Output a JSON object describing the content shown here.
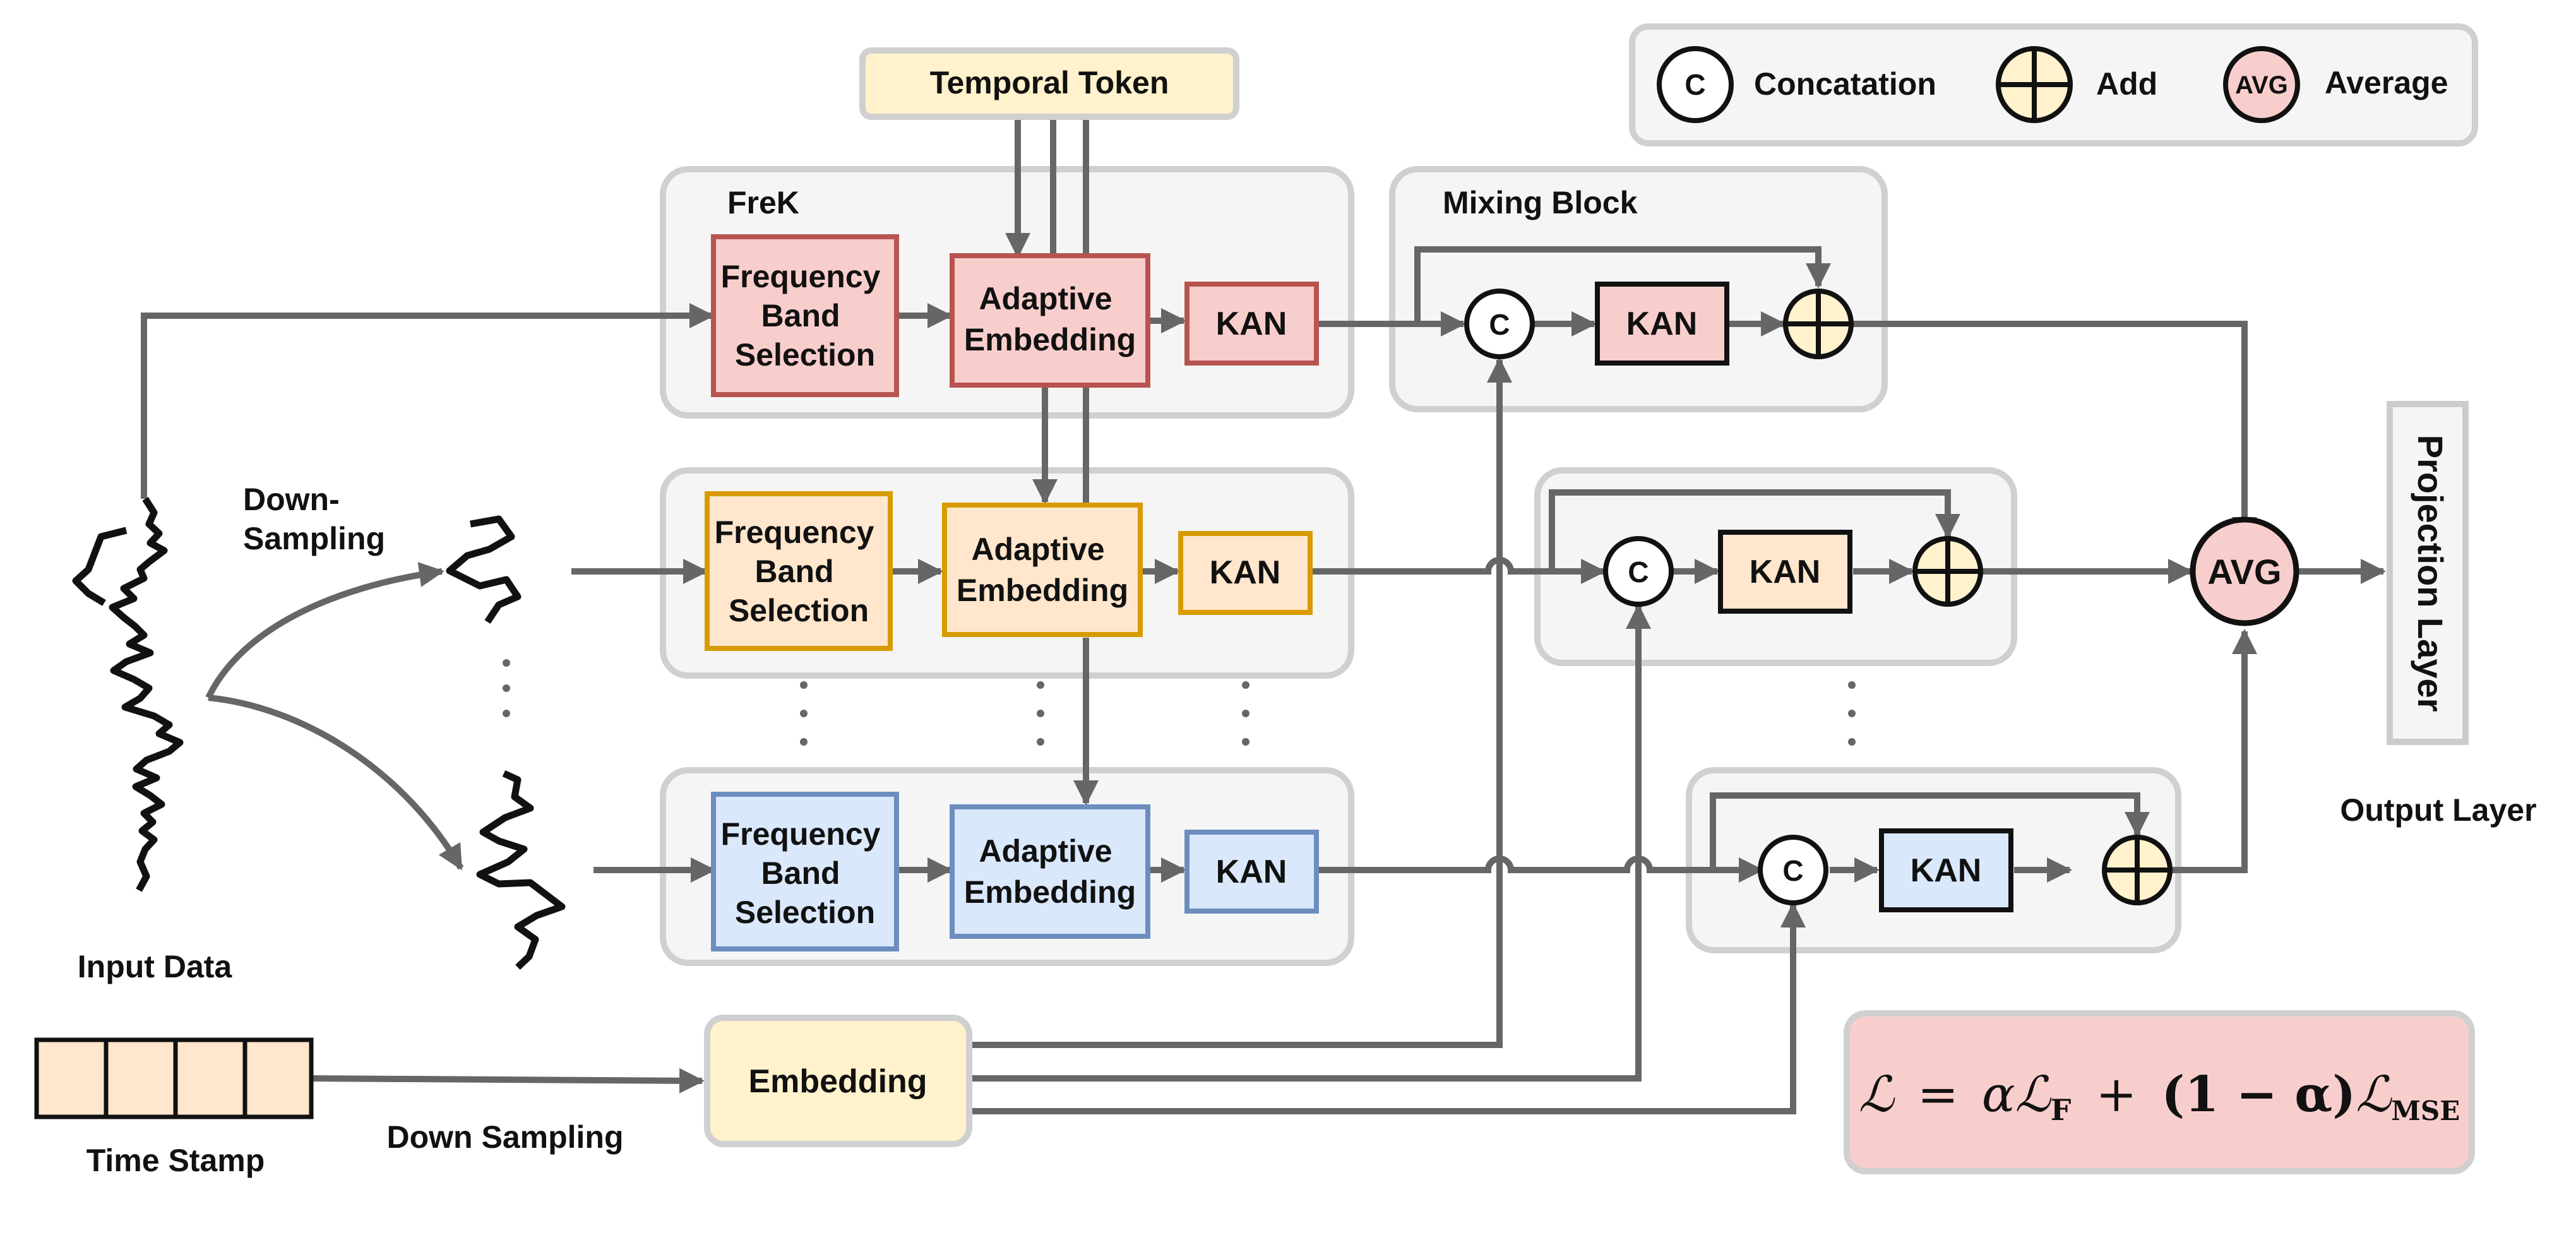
{
  "legend": {
    "concat_symbol": "C",
    "concat_label": "Concatation",
    "add_label": "Add",
    "avg_symbol": "AVG",
    "avg_label": "Average"
  },
  "temporal_token": "Temporal Token",
  "frek_label": "FreK",
  "mixing_block_label": "Mixing Block",
  "downsampling_label": [
    "Down-",
    "Sampling"
  ],
  "input_data_label": "Input Data",
  "time_stamp_label": "Time Stamp",
  "down_sampling_label": "Down Sampling",
  "embedding_label": "Embedding",
  "output_layer_label": "Output Layer",
  "projection_layer_label": "Projection Layer",
  "rows": [
    {
      "fbs": [
        "Frequency",
        "Band",
        "Selection"
      ],
      "ae": [
        "Adaptive",
        "Embedding"
      ],
      "kan": "KAN",
      "mix_kan": "KAN",
      "concat": "C"
    },
    {
      "fbs": [
        "Frequency",
        "Band",
        "Selection"
      ],
      "ae": [
        "Adaptive",
        "Embedding"
      ],
      "kan": "KAN",
      "mix_kan": "KAN",
      "concat": "C"
    },
    {
      "fbs": [
        "Frequency",
        "Band",
        "Selection"
      ],
      "ae": [
        "Adaptive",
        "Embedding"
      ],
      "kan": "KAN",
      "mix_kan": "KAN",
      "concat": "C"
    }
  ],
  "avg_symbol": "AVG",
  "loss": {
    "lhs": "ℒ",
    "eq": "=",
    "alpha": "α",
    "term1_sub": "F",
    "plus": "+",
    "factor": "(1 − α)",
    "term2_sub": "MSE"
  },
  "colors": {
    "red_fill": "#f8cecc",
    "red_stroke": "#b85450",
    "orange_fill": "#ffe6cc",
    "orange_stroke": "#d79b00",
    "blue_fill": "#dae8fc",
    "blue_stroke": "#6c8ebf",
    "yellow_fill": "#fff2cc",
    "group_fill": "#f5f5f5",
    "group_stroke": "#d0d0d0",
    "arrow": "#666666"
  }
}
